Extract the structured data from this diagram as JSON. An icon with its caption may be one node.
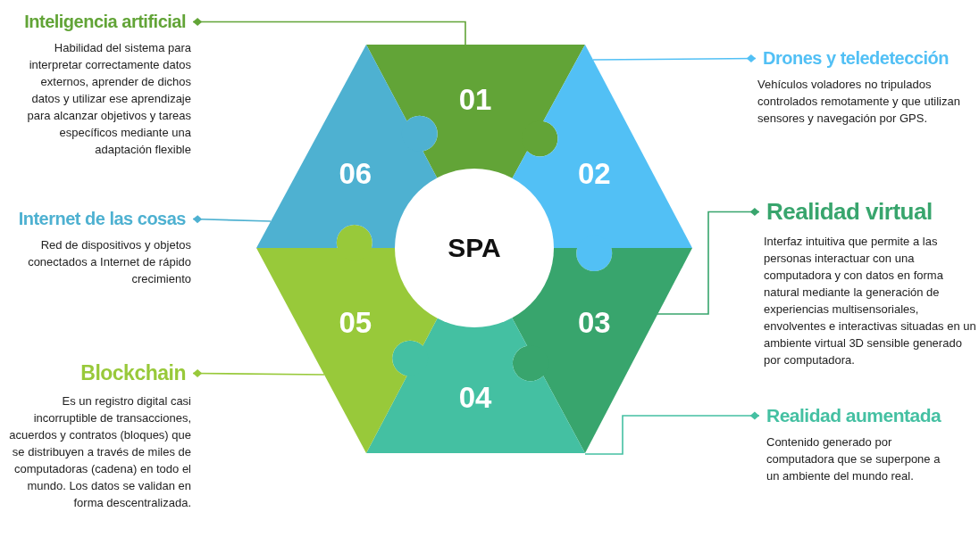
{
  "diagram": {
    "nodes": [
      {
        "text": [
          "01"
        ]
      },
      {
        "text": [
          "02"
        ]
      },
      {
        "text": [
          "03"
        ]
      },
      {
        "text": [
          "04"
        ]
      },
      {
        "text": [
          "05"
        ]
      },
      {
        "text": [
          "06"
        ]
      },
      {
        "text": [
          "SPA"
        ]
      },
      {
        "text": [
          "Inteligencia artificial",
          "Habilidad del sistema para interpretar correctamente datos externos, aprender de dichos datos y utilizar ese aprendizaje para alcanzar objetivos y tareas específicos mediante una adaptación flexible"
        ]
      },
      {
        "text": [
          "Drones y teledetección",
          "Vehículos voladores no tripulados controlados remotamente y que utilizan sensores y navegación por GPS."
        ]
      },
      {
        "text": [
          "Realidad virtual",
          "Interfaz intuitiva que permite a las personas interactuar con una computadora y con datos en forma natural mediante la generación de experiencias multisensoriales, envolventes e interactivas situadas en un ambiente virtual 3D sensible generado por computadora."
        ]
      },
      {
        "text": [
          "Realidad aumentada",
          "Contenido generado por computadora que se superpone a un ambiente del mundo real."
        ]
      },
      {
        "text": [
          "Blockchain",
          "Es un registro digital casi incorruptible de transacciones, acuerdos y contratos (bloques) que se distribuyen a través de miles de computadoras (cadena) en todo el mundo. Los datos se validan en forma descentralizada."
        ]
      },
      {
        "text": [
          "Internet de las cosas",
          "Red de dispositivos y objetos conectados a Internet de rápido crecimiento"
        ]
      }
    ],
    "edges": [
      {
        "from": 0,
        "to": 7,
        "arrow": "other",
        "color": "#62a437"
      },
      {
        "from": 1,
        "to": 8,
        "arrow": "other",
        "color": "#52c0f5"
      },
      {
        "from": 2,
        "to": 9,
        "arrow": "other",
        "color": "#38a56d"
      },
      {
        "from": 3,
        "to": 10,
        "arrow": "other",
        "color": "#44c0a2"
      },
      {
        "from": 4,
        "to": 11,
        "arrow": "other",
        "color": "#98c93a"
      },
      {
        "from": 5,
        "to": 12,
        "arrow": "other",
        "color": "#4eb1d1"
      }
    ]
  }
}
